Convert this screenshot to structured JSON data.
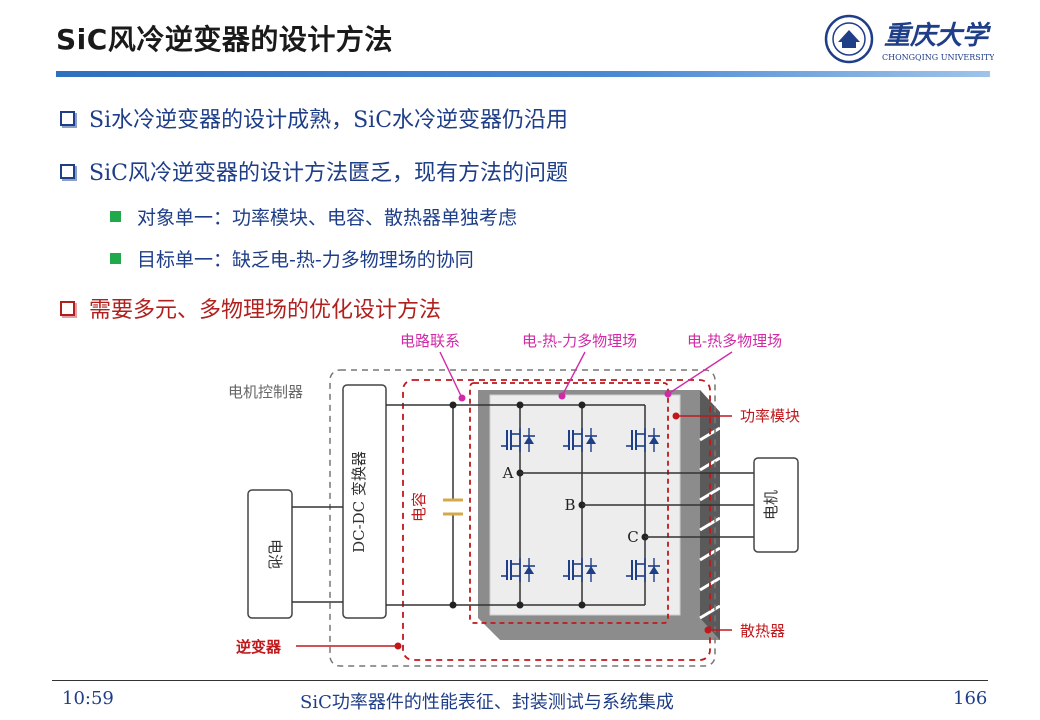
{
  "header": {
    "title": "SiC风冷逆变器的设计方法",
    "university_name": "重庆大学",
    "university_en": "CHONGQING UNIVERSITY"
  },
  "bullets": [
    {
      "text": "Si水冷逆变器的设计成熟，SiC水冷逆变器仍沿用"
    },
    {
      "text": "SiC风冷逆变器的设计方法匮乏，现有方法的问题"
    },
    {
      "text": "需要多元、多物理场的优化设计方法"
    }
  ],
  "sub_bullets": [
    {
      "text": "对象单一：功率模块、电容、散热器单独考虑"
    },
    {
      "text": "目标单一：缺乏电-热-力多物理场的协同"
    }
  ],
  "diagram": {
    "label_circuit_link": "电路联系",
    "label_etm_field": "电-热-力多物理场",
    "label_et_field": "电-热多物理场",
    "label_motor_controller": "电机控制器",
    "label_power_module": "功率模块",
    "label_heatsink": "散热器",
    "label_inverter": "逆变器",
    "label_battery": "电池",
    "label_dcdc": "DC-DC 变换器",
    "label_capacitor": "电容",
    "label_motor": "电机",
    "label_a": "A",
    "label_b": "B",
    "label_c": "C",
    "colors": {
      "magenta": "#d12aa7",
      "red": "#c0181b",
      "navy": "#1f3e88",
      "gray": "#555555"
    }
  },
  "footer": {
    "time": "10:59",
    "center": "SiC功率器件的性能表征、封装测试与系统集成",
    "page": "166"
  }
}
